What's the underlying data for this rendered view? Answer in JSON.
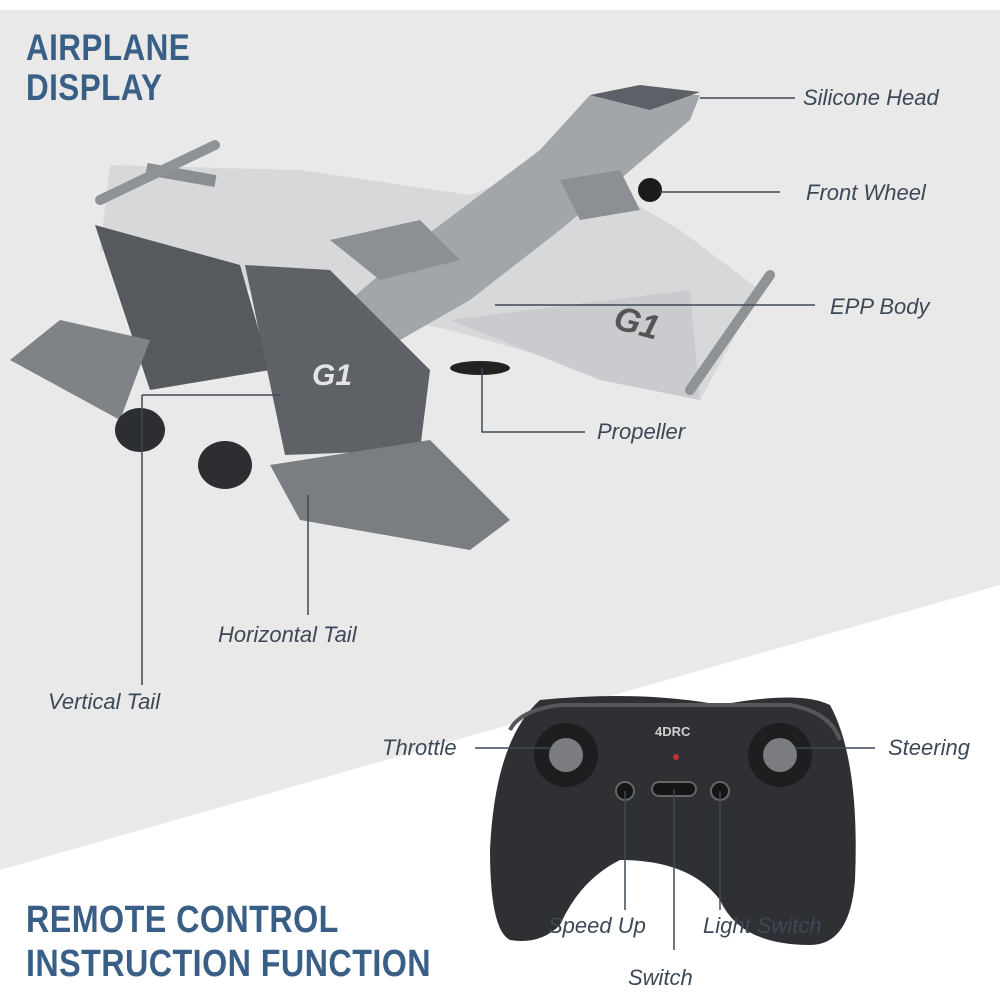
{
  "headings": {
    "airplane_line1": "AIRPLANE",
    "airplane_line2": "DISPLAY",
    "remote_line1": "REMOTE CONTROL",
    "remote_line2": "INSTRUCTION FUNCTION"
  },
  "airplane_labels": {
    "silicone_head": "Silicone Head",
    "front_wheel": "Front Wheel",
    "epp_body": "EPP Body",
    "propeller": "Propeller",
    "horizontal_tail": "Horizontal Tail",
    "vertical_tail": "Vertical Tail"
  },
  "remote_labels": {
    "throttle": "Throttle",
    "steering": "Steering",
    "speed_up": "Speed Up",
    "light_switch": "Light Switch",
    "switch": "Switch"
  },
  "colors": {
    "heading": "#3a5f86",
    "label": "#3d4856",
    "background_panel": "#e9e9e9"
  }
}
